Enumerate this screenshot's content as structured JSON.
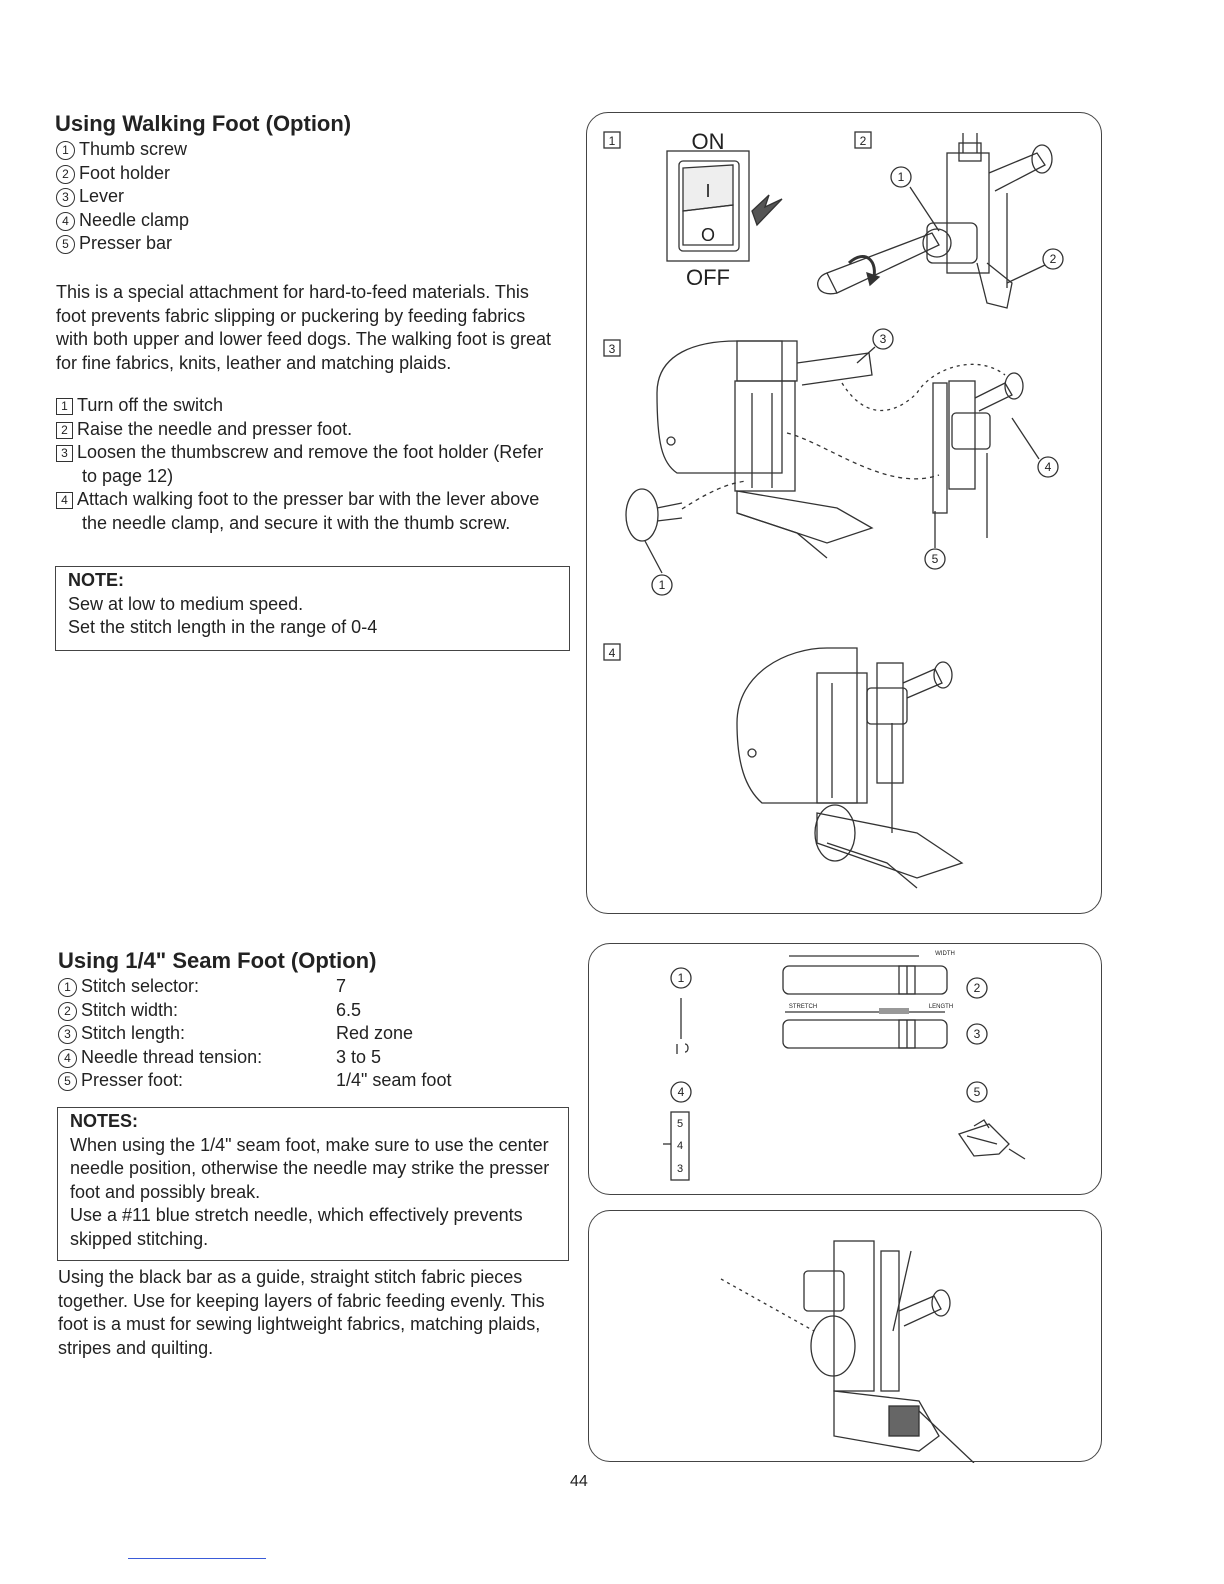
{
  "walking_foot": {
    "title": "Using Walking Foot (Option)",
    "parts": [
      {
        "num": "1",
        "label": "Thumb screw"
      },
      {
        "num": "2",
        "label": "Foot holder"
      },
      {
        "num": "3",
        "label": "Lever"
      },
      {
        "num": "4",
        "label": "Needle clamp"
      },
      {
        "num": "5",
        "label": "Presser bar"
      }
    ],
    "description": "This is a special attachment for hard-to-feed materials. This foot prevents fabric slipping or puckering by feeding fabrics with both upper and lower feed dogs. The walking foot is great for fine fabrics, knits, leather and matching plaids.",
    "steps": [
      {
        "num": "1",
        "text": "Turn off the switch"
      },
      {
        "num": "2",
        "text": "Raise the needle and presser foot."
      },
      {
        "num": "3",
        "text": "Loosen the thumbscrew and remove the foot holder (Refer to page 12)"
      },
      {
        "num": "4",
        "text": "Attach walking foot to the presser bar with the lever above the needle clamp, and secure it with the thumb screw."
      }
    ],
    "note": {
      "title": "NOTE:",
      "lines": [
        "Sew at low to medium speed.",
        "Set the stitch length in the range of 0-4"
      ]
    },
    "figure": {
      "step_labels": [
        "1",
        "2",
        "3",
        "4"
      ],
      "switch_on": "ON",
      "switch_off": "OFF",
      "switch_i": "I",
      "switch_o": "O",
      "callouts": [
        "1",
        "2",
        "3",
        "4",
        "5",
        "1"
      ]
    }
  },
  "seam_foot": {
    "title": "Using 1/4\" Seam Foot (Option)",
    "settings": [
      {
        "num": "1",
        "label": "Stitch selector:",
        "value": "7"
      },
      {
        "num": "2",
        "label": "Stitch width:",
        "value": "6.5"
      },
      {
        "num": "3",
        "label": "Stitch length:",
        "value": "Red zone"
      },
      {
        "num": "4",
        "label": "Needle thread tension:",
        "value": "3 to 5"
      },
      {
        "num": "5",
        "label": "Presser foot:",
        "value": "1/4\" seam foot"
      }
    ],
    "notes": {
      "title": "NOTES:",
      "lines": [
        "When using the 1/4\" seam foot, make sure to use the center needle position, otherwise the needle may strike the presser foot and possibly break.",
        "Use a #11 blue stretch needle, which effectively prevents skipped stitching."
      ]
    },
    "description": "Using the black bar as a guide, straight stitch fabric pieces together. Use for keeping layers of fabric feeding evenly. This foot is a must for sewing lightweight fabrics, matching plaids, stripes and quilting.",
    "figure": {
      "width_label": "WIDTH",
      "stretch_label": "STRETCH",
      "length_label": "LENGTH",
      "tension_values": [
        "5",
        "4",
        "3"
      ],
      "callouts": [
        "1",
        "2",
        "3",
        "4",
        "5"
      ]
    }
  },
  "page_number": "44"
}
